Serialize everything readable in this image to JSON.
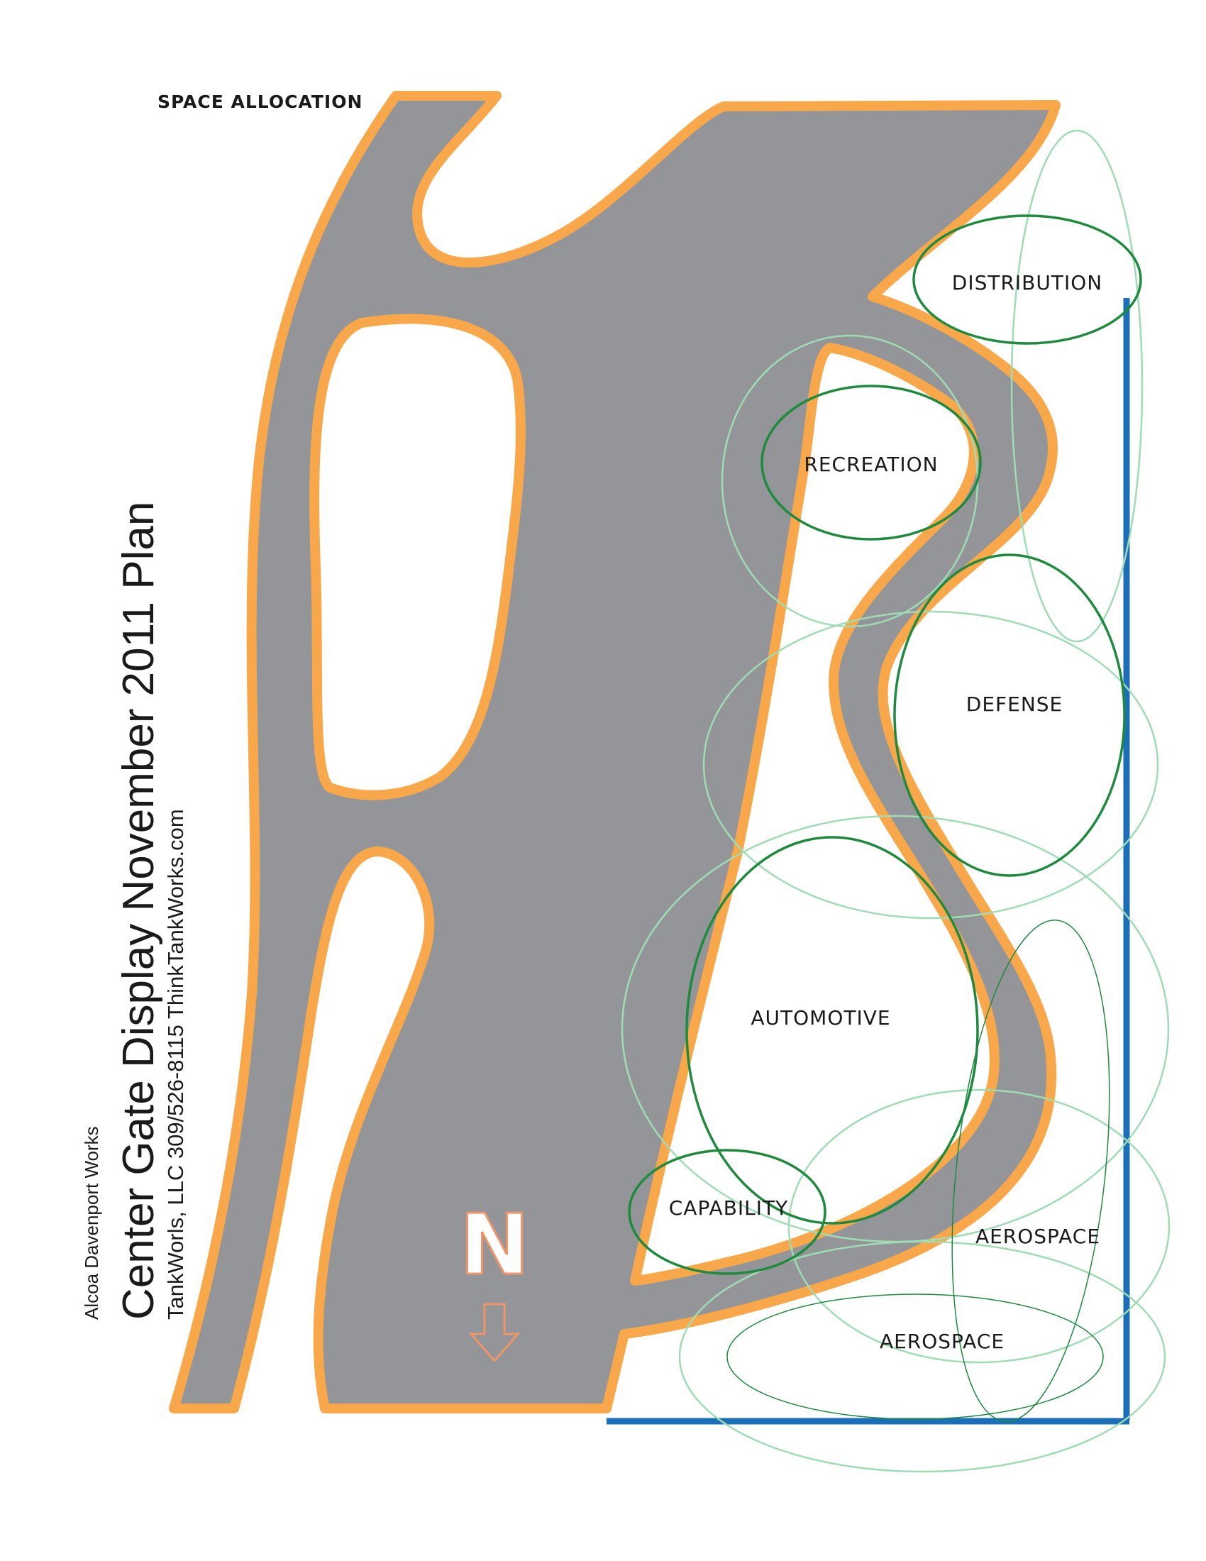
{
  "header": {
    "title": "SPACE ALLOCATION"
  },
  "title_block": {
    "owner": "Alcoa Davenport Works",
    "title": "Center Gate Display  November 2011 Plan",
    "contact": "TankWorls, LLC  309/526-8115  ThinkTankWorks.com"
  },
  "compass": {
    "letter": "N"
  },
  "zones": [
    {
      "label": "DISTRIBUTION"
    },
    {
      "label": "RECREATION"
    },
    {
      "label": "DEFENSE"
    },
    {
      "label": "AUTOMOTIVE"
    },
    {
      "label": "CAPABILITY"
    },
    {
      "label": "AEROSPACE"
    },
    {
      "label": "AEROSPACE"
    }
  ],
  "colors": {
    "road": "#939598",
    "road_edge": "#f8a84a",
    "boundary": "#1b6fb8",
    "zone_dark": "#1e8a3e",
    "zone_light": "#9fdcb4"
  }
}
